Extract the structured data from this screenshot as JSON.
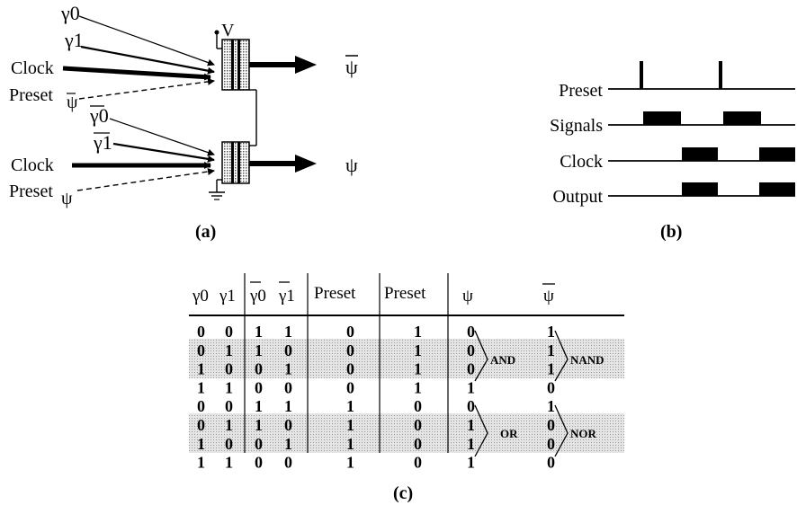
{
  "panel_a": {
    "caption": "(a)",
    "v_label": "V",
    "top_inputs": [
      "γ0",
      "γ1",
      "Clock",
      "Preset",
      "ψ"
    ],
    "bottom_inputs": [
      "γ0",
      "γ1",
      "Clock",
      "Preset",
      "ψ"
    ],
    "top_output": "ψ",
    "bottom_output": "ψ"
  },
  "panel_b": {
    "caption": "(b)",
    "rows": [
      "Preset",
      "Signals",
      "Clock",
      "Output"
    ]
  },
  "panel_c": {
    "caption": "(c)",
    "headers": [
      "γ0",
      "γ1",
      "γ0",
      "γ1",
      "Preset",
      "Preset",
      "ψ",
      "ψ"
    ],
    "rows": [
      [
        "0",
        "0",
        "1",
        "1",
        "0",
        "1",
        "0",
        "1"
      ],
      [
        "0",
        "1",
        "1",
        "0",
        "0",
        "1",
        "0",
        "1"
      ],
      [
        "1",
        "0",
        "0",
        "1",
        "0",
        "1",
        "0",
        "1"
      ],
      [
        "1",
        "1",
        "0",
        "0",
        "0",
        "1",
        "1",
        "0"
      ],
      [
        "0",
        "0",
        "1",
        "1",
        "1",
        "0",
        "0",
        "1"
      ],
      [
        "0",
        "1",
        "1",
        "0",
        "1",
        "0",
        "1",
        "0"
      ],
      [
        "1",
        "0",
        "0",
        "1",
        "1",
        "0",
        "1",
        "0"
      ],
      [
        "1",
        "1",
        "0",
        "0",
        "1",
        "0",
        "1",
        "0"
      ]
    ],
    "gates": {
      "and": "AND",
      "nand": "NAND",
      "or": "OR",
      "nor": "NOR"
    }
  }
}
